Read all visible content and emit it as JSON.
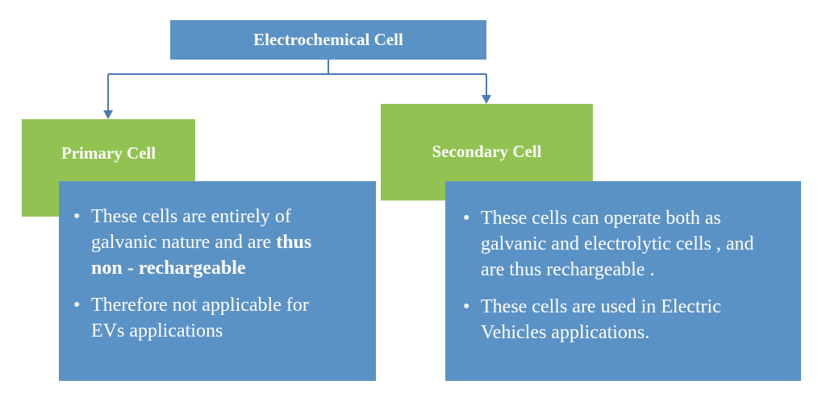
{
  "root": {
    "label": "Electrochemical Cell"
  },
  "branches": [
    {
      "title": "Primary Cell",
      "bullets": [
        {
          "parts": [
            {
              "text": "These cells are entirely of galvanic nature and are "
            },
            {
              "text": "thus non - rechargeable",
              "bold": true
            }
          ]
        },
        {
          "parts": [
            {
              "text": "Therefore not applicable for EVs applications"
            }
          ]
        }
      ]
    },
    {
      "title": "Secondary Cell",
      "bullets": [
        {
          "parts": [
            {
              "text": "These cells can operate both as galvanic and electrolytic cells , and are thus rechargeable ."
            }
          ]
        },
        {
          "parts": [
            {
              "text": "These cells are used in Electric Vehicles applications."
            }
          ]
        }
      ]
    }
  ],
  "colors": {
    "blue_box": "#5b92c6",
    "green_box": "#92c352",
    "connector": "#4a7bb5",
    "text": "#ffffff"
  }
}
